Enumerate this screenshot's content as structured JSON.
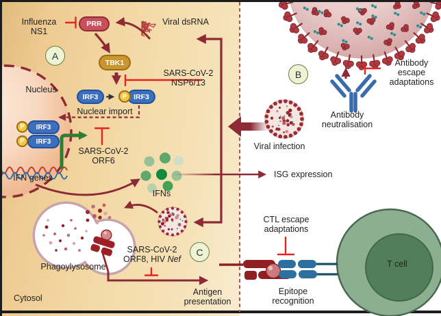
{
  "colors": {
    "maroon": "#8e2a35",
    "inhibit_red": "#e42320",
    "dark_red": "#8f1f23",
    "panel_tan": "#f1d9a2",
    "irf3_blue": "#3d6fbf",
    "irf3_border": "#20509e",
    "tbk1_gold": "#c9952e",
    "tbk1_border": "#9a6d12",
    "prr_red": "#c8505c",
    "p_yellow": "#f2c73e",
    "green_arrow": "#2e7d32",
    "ifn_green": "#118a3e",
    "tcell_green": "#8cae91",
    "tcell_inner": "#527e5b",
    "antibody_blue": "#3a6cad",
    "tcr_blue": "#2d6f9e",
    "teal": "#1b4f63",
    "badge_bg": "#edf3d3",
    "badge_border": "#6a7a45",
    "phago_border": "#c7a3ab",
    "divider": "#c0504a",
    "nucleus_pink": "#f1bf98",
    "text": "#222222"
  },
  "badges": {
    "a": "A",
    "b": "B",
    "c": "C"
  },
  "left": {
    "influenza_ns1": [
      "Influenza",
      "NS1"
    ],
    "prr": "PRR",
    "viral_dsrna": "Viral dsRNA",
    "tbk1": "TBK1",
    "nsp": [
      "SARS-CoV-2",
      "NSP6/13"
    ],
    "irf3": "IRF3",
    "p": "P",
    "nuclear_import": "Nuclear import",
    "nucleus": "Nucleus",
    "orf6": [
      "SARS-CoV-2",
      "ORF6"
    ],
    "ifn_genes": "IFN genes",
    "ifns": "IFNs",
    "phagolysosome": "Phagoylysosome",
    "orf8": [
      "SARS-CoV-2",
      "ORF8, HIV "
    ],
    "orf8_nef": "Nef",
    "antigen": [
      "Antigen",
      "presentation"
    ],
    "cytosol": "Cytosol"
  },
  "right": {
    "isg": "ISG expression",
    "viral_infection": "Viral infection",
    "neutralisation": [
      "Antibody",
      "neutralisation"
    ],
    "escape": [
      "Antibody",
      "escape",
      "adaptations"
    ],
    "ctl": [
      "CTL escape",
      "adaptations"
    ],
    "epitope": [
      "Epitope",
      "recognition"
    ],
    "t_cell": "T cell"
  }
}
